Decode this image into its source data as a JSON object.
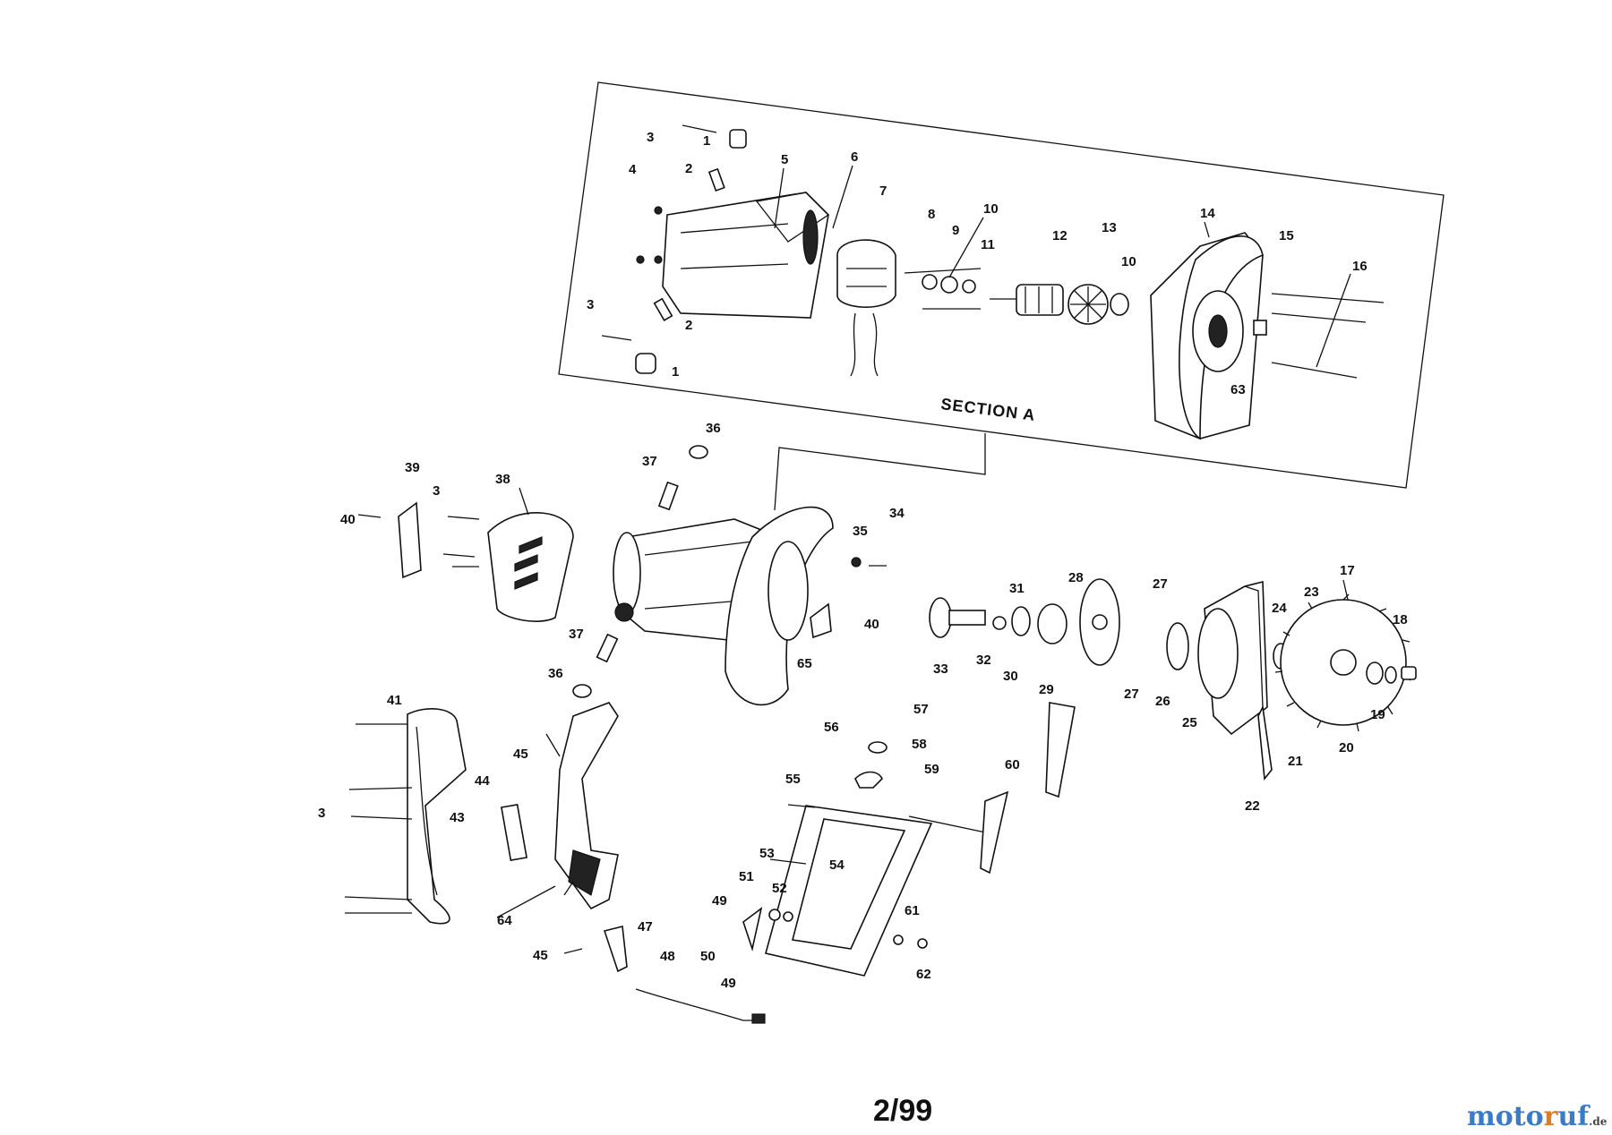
{
  "section_label": "SECTION  A",
  "page_number": "2/99",
  "brand": {
    "part1": "moto",
    "part2": "r",
    "part3": "uf",
    "tld": ".de"
  },
  "callouts": [
    "1",
    "1",
    "2",
    "2",
    "3",
    "3",
    "4",
    "5",
    "6",
    "7",
    "8",
    "9",
    "10",
    "10",
    "11",
    "12",
    "13",
    "14",
    "15",
    "16",
    "63",
    "36",
    "37",
    "39",
    "3",
    "38",
    "40",
    "34",
    "35",
    "40",
    "65",
    "17",
    "18",
    "19",
    "20",
    "21",
    "22",
    "23",
    "24",
    "25",
    "26",
    "27",
    "27",
    "28",
    "29",
    "30",
    "31",
    "32",
    "33",
    "37",
    "36",
    "41",
    "3",
    "44",
    "43",
    "45",
    "64",
    "45",
    "47",
    "48",
    "49",
    "49",
    "50",
    "51",
    "52",
    "53",
    "54",
    "55",
    "56",
    "57",
    "58",
    "59",
    "60",
    "61",
    "62"
  ]
}
